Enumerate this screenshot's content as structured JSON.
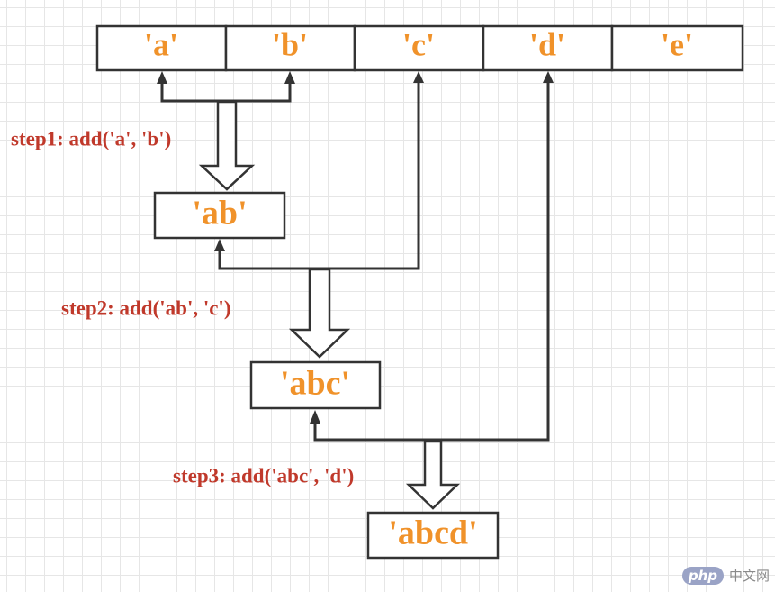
{
  "array": {
    "cells": [
      "'a'",
      "'b'",
      "'c'",
      "'d'",
      "'e'"
    ]
  },
  "steps": [
    {
      "label": "step1: add('a', 'b')",
      "result": "'ab'"
    },
    {
      "label": "step2: add('ab', 'c')",
      "result": "'abc'"
    },
    {
      "label": "step3: add('abc', 'd')",
      "result": "'abcd'"
    }
  ],
  "watermark": {
    "logo": "php",
    "text": "中文网"
  },
  "colors": {
    "value_text": "#f0922a",
    "step_label": "#c0392b",
    "line": "#333333",
    "grid": "#e6e6e6"
  }
}
